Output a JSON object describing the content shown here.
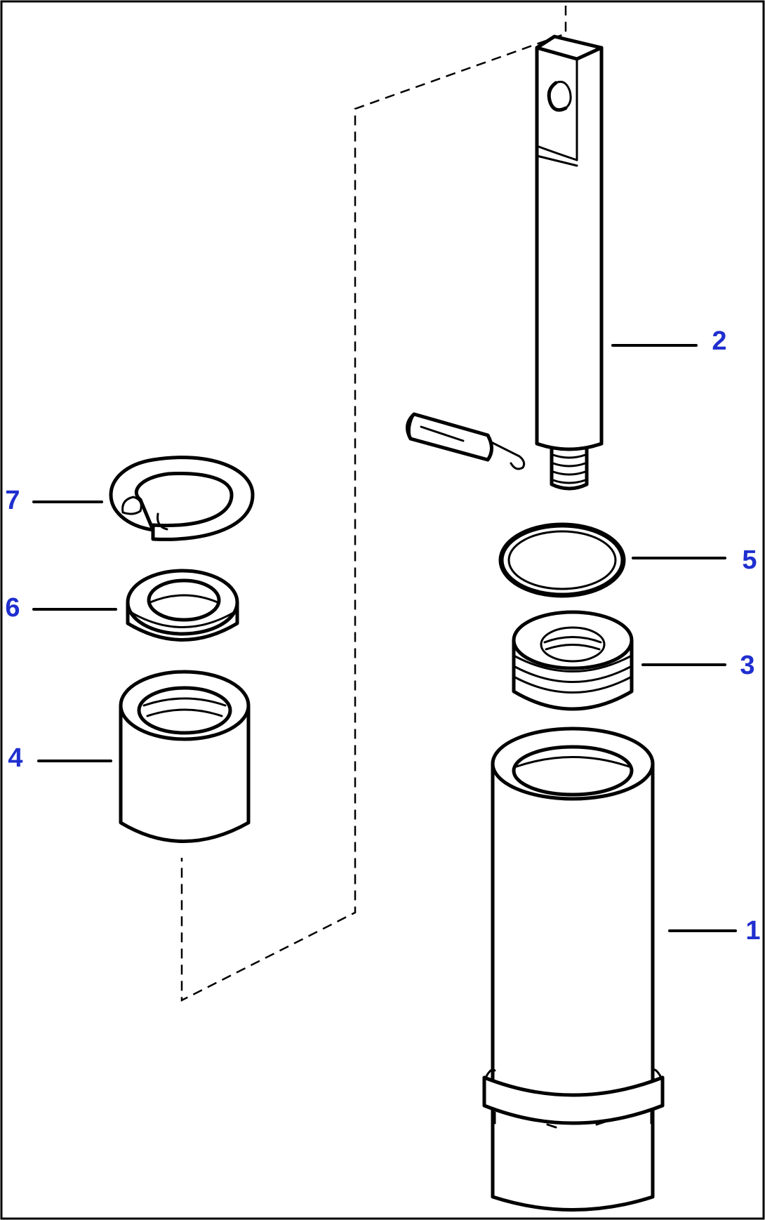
{
  "diagram": {
    "callout_color": "#1f2fcf",
    "line_color": "#000000",
    "callouts": {
      "c1": "1",
      "c2": "2",
      "c3": "3",
      "c4": "4",
      "c5": "5",
      "c6": "6",
      "c7": "7"
    }
  }
}
